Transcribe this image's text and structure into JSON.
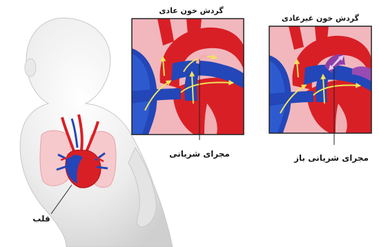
{
  "labels": {
    "normal_title": "گردش خون عادی",
    "abnormal_title": "گردش خون غیرعادی",
    "normal_caption": "مجرای شریانی",
    "abnormal_caption": "مجرای شریانی باز",
    "heart_label": "قلب"
  },
  "colors": {
    "artery_red": "#d91f26",
    "vein_blue": "#2346b8",
    "lung_pink": "#f6c9cc",
    "flow_arrow": "#f2e35a",
    "abnormal_flow": "#8e3fa6",
    "body_gray": "#e7e7e7"
  },
  "icons": {
    "flow_arrow": "flow-arrow-icon"
  }
}
